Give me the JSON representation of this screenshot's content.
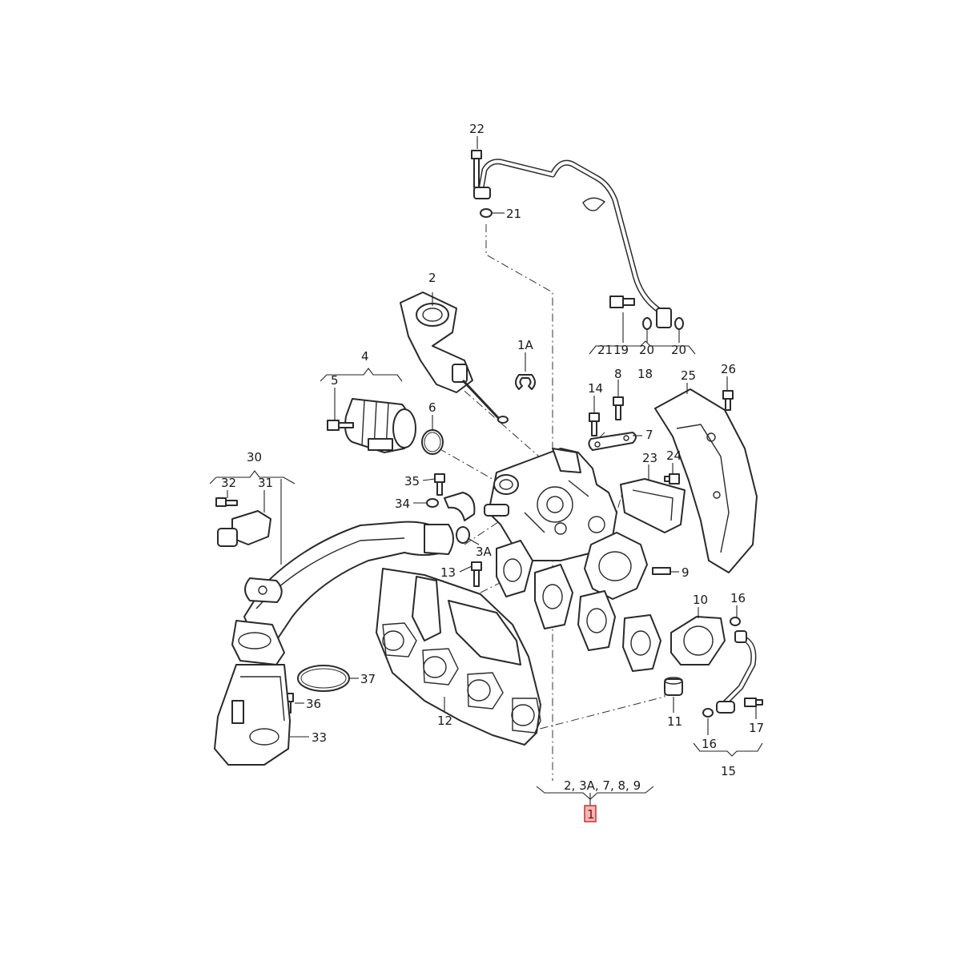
{
  "labels": {
    "l22": "22",
    "l21a": "21",
    "l2": "2",
    "l1A": "1A",
    "l21b": "21",
    "l19": "19",
    "l20a": "20",
    "l20b": "20",
    "l18": "18",
    "l4": "4",
    "l5": "5",
    "l6": "6",
    "l14": "14",
    "l8": "8",
    "l7": "7",
    "l25": "25",
    "l26": "26",
    "l30": "30",
    "l32": "32",
    "l31": "31",
    "l35": "35",
    "l34": "34",
    "l3A": "3A",
    "l13": "13",
    "l23": "23",
    "l24": "24",
    "l9": "9",
    "l10": "10",
    "l16a": "16",
    "l37": "37",
    "l36": "36",
    "l33": "33",
    "l12": "12",
    "l11": "11",
    "l16b": "16",
    "l17": "17",
    "l15": "15",
    "lgroup": "2, 3A, 7, 8, 9",
    "lmain": "1"
  },
  "colors": {
    "line": "#2a2a2a",
    "highlight_fill": "#f4b6b6",
    "highlight_stroke": "#c9302c"
  }
}
